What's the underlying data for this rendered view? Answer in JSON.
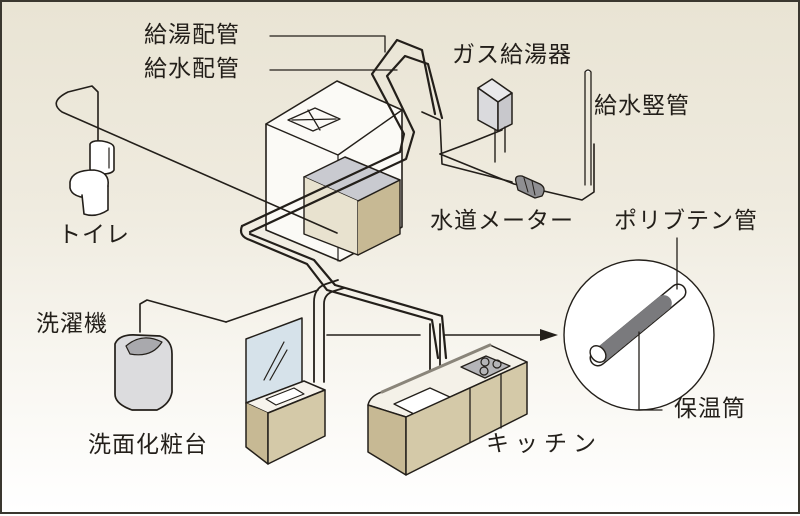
{
  "diagram": {
    "title": "住まいの給排水配管図",
    "labels": {
      "hot_water_pipe": "給湯配管",
      "water_supply_pipe": "給水配管",
      "gas_water_heater": "ガス給湯器",
      "water_riser_pipe": "給水竪管",
      "toilet": "トイレ",
      "water_meter": "水道メーター",
      "polybutene_pipe": "ポリブテン管",
      "washing_machine": "洗濯機",
      "insulation_sleeve": "保温筒",
      "washbasin_vanity": "洗面化粧台",
      "kitchen": "キッチン"
    },
    "colors": {
      "background_top": "#e9e4d4",
      "background_bottom": "#ffffff",
      "line": "#231f1a",
      "cabinet": "#cfc4a4",
      "appliance_gray": "#dcdcdc",
      "glass": "#d6e2ea"
    }
  }
}
